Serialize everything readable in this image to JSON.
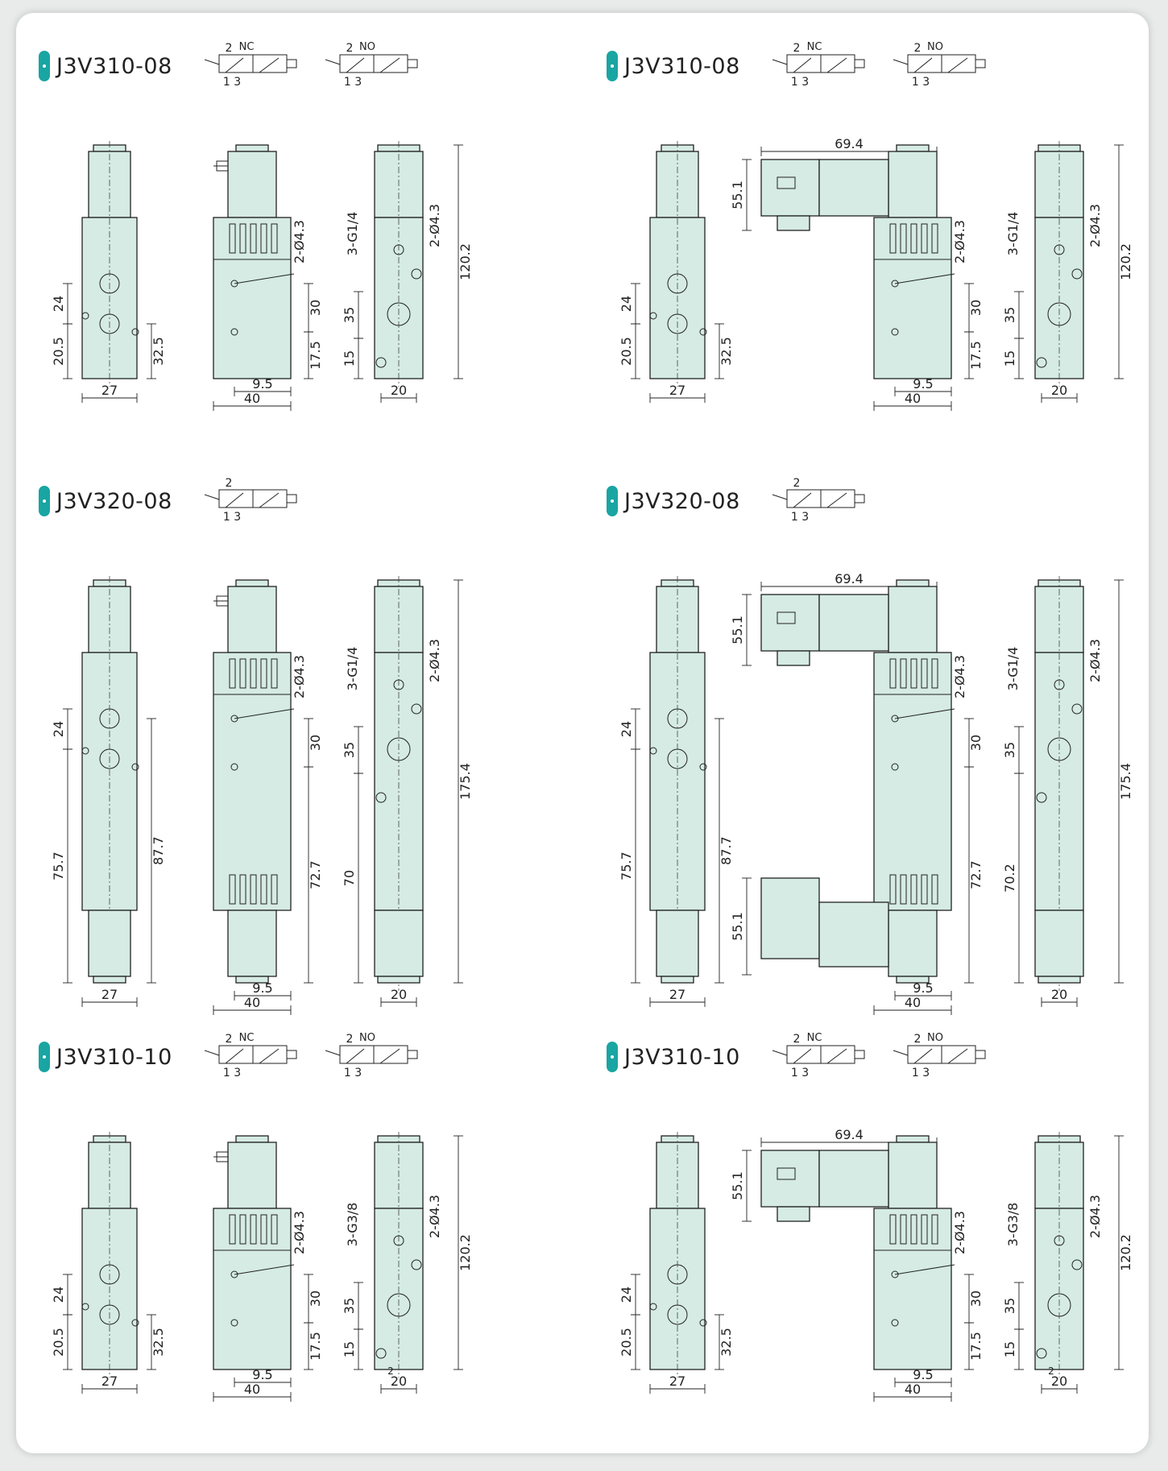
{
  "panels": [
    {
      "model": "J3V310-08",
      "symbols": [
        {
          "type": "NC",
          "port_top": "2",
          "ports_bottom": "1 3"
        },
        {
          "type": "NO",
          "port_top": "2",
          "ports_bottom": "1 3"
        }
      ],
      "dims": {
        "width_27": "27",
        "d20_5": "20.5",
        "d24": "24",
        "d32_5": "32.5",
        "d40": "40",
        "d9_5": "9.5",
        "d30": "30",
        "d17_5": "17.5",
        "hole": "2-Ø4.3",
        "d20": "20",
        "d35": "35",
        "d15": "15",
        "port": "3-G1/4",
        "height": "120.2"
      }
    },
    {
      "model": "J3V310-08",
      "symbols": [
        {
          "type": "NC",
          "port_top": "2",
          "ports_bottom": "1 3"
        },
        {
          "type": "NO",
          "port_top": "2",
          "ports_bottom": "1 3"
        }
      ],
      "dims": {
        "width_27": "27",
        "d20_5": "20.5",
        "d24": "24",
        "d32_5": "32.5",
        "d40": "40",
        "d9_5": "9.5",
        "d30": "30",
        "d17_5": "17.5",
        "hole": "2-Ø4.3",
        "d20": "20",
        "d35": "35",
        "d15": "15",
        "port": "3-G1/4",
        "height": "120.2",
        "d69_4": "69.4",
        "d55_1": "55.1"
      }
    },
    {
      "model": "J3V320-08",
      "symbols": [
        {
          "type": "",
          "port_top": "2",
          "ports_bottom": "1 3"
        }
      ],
      "dims": {
        "width_27": "27",
        "d24": "24",
        "d75_7": "75.7",
        "d87_7": "87.7",
        "d40": "40",
        "d9_5": "9.5",
        "d30": "30",
        "d72_7": "72.7",
        "hole": "2-Ø4.3",
        "d20": "20",
        "d35": "35",
        "d70": "70",
        "port": "3-G1/4",
        "height": "175.4"
      }
    },
    {
      "model": "J3V320-08",
      "symbols": [
        {
          "type": "",
          "port_top": "2",
          "ports_bottom": "1 3"
        }
      ],
      "dims": {
        "width_27": "27",
        "d24": "24",
        "d75_7": "75.7",
        "d87_7": "87.7",
        "d40": "40",
        "d9_5": "9.5",
        "d30": "30",
        "d72_7": "72.7",
        "hole": "2-Ø4.3",
        "d20": "20",
        "d35": "35",
        "d70": "70.2",
        "port": "3-G1/4",
        "height": "175.4",
        "d69_4": "69.4",
        "d55_1": "55.1",
        "d55_1b": "55.1"
      }
    },
    {
      "model": "J3V310-10",
      "symbols": [
        {
          "type": "NC",
          "port_top": "2",
          "ports_bottom": "1 3"
        },
        {
          "type": "NO",
          "port_top": "2",
          "ports_bottom": "1 3"
        }
      ],
      "dims": {
        "width_27": "27",
        "d20_5": "20.5",
        "d24": "24",
        "d32_5": "32.5",
        "d40": "40",
        "d9_5": "9.5",
        "d30": "30",
        "d17_5": "17.5",
        "hole": "2-Ø4.3",
        "d20": "20",
        "d35": "35",
        "d15": "15",
        "port": "3-G3/8",
        "height": "120.2",
        "d2": "2"
      }
    },
    {
      "model": "J3V310-10",
      "symbols": [
        {
          "type": "NC",
          "port_top": "2",
          "ports_bottom": "1 3"
        },
        {
          "type": "NO",
          "port_top": "2",
          "ports_bottom": "1 3"
        }
      ],
      "dims": {
        "width_27": "27",
        "d20_5": "20.5",
        "d24": "24",
        "d32_5": "32.5",
        "d40": "40",
        "d9_5": "9.5",
        "d30": "30",
        "d17_5": "17.5",
        "hole": "2-Ø4.3",
        "d20": "20",
        "d35": "35",
        "d15": "15",
        "port": "3-G3/8",
        "height": "120.2",
        "d2": "2",
        "d69_4": "69.4",
        "d55_1": "55.1"
      }
    }
  ],
  "colors": {
    "valve_body": "#d5ebe4",
    "accent": "#19a5a2",
    "line": "#222222"
  }
}
